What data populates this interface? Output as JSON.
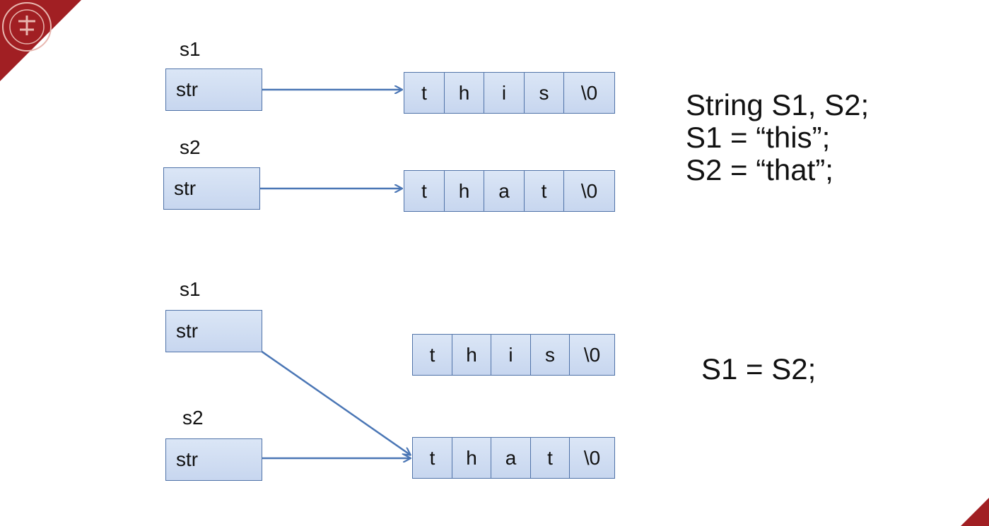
{
  "diagram_top": {
    "s1_label": "s1",
    "s1_field": "str",
    "s1_chars": [
      "t",
      "h",
      "i",
      "s",
      "\\0"
    ],
    "s2_label": "s2",
    "s2_field": "str",
    "s2_chars": [
      "t",
      "h",
      "a",
      "t",
      "\\0"
    ]
  },
  "code_top": {
    "line1": "String S1, S2;",
    "line2": "S1 = “this”;",
    "line3": "S2 = “that”;"
  },
  "diagram_bottom": {
    "s1_label": "s1",
    "s1_field": "str",
    "orphan_chars": [
      "t",
      "h",
      "i",
      "s",
      "\\0"
    ],
    "s2_label": "s2",
    "s2_field": "str",
    "shared_chars": [
      "t",
      "h",
      "a",
      "t",
      "\\0"
    ]
  },
  "code_bottom": {
    "line1": "S1 = S2;"
  },
  "colors": {
    "box_fill_top": "#dbe6f6",
    "box_fill_bottom": "#c7d6ef",
    "box_border": "#4f72a8",
    "arrow": "#4a76b5",
    "corner": "#a11f23"
  }
}
